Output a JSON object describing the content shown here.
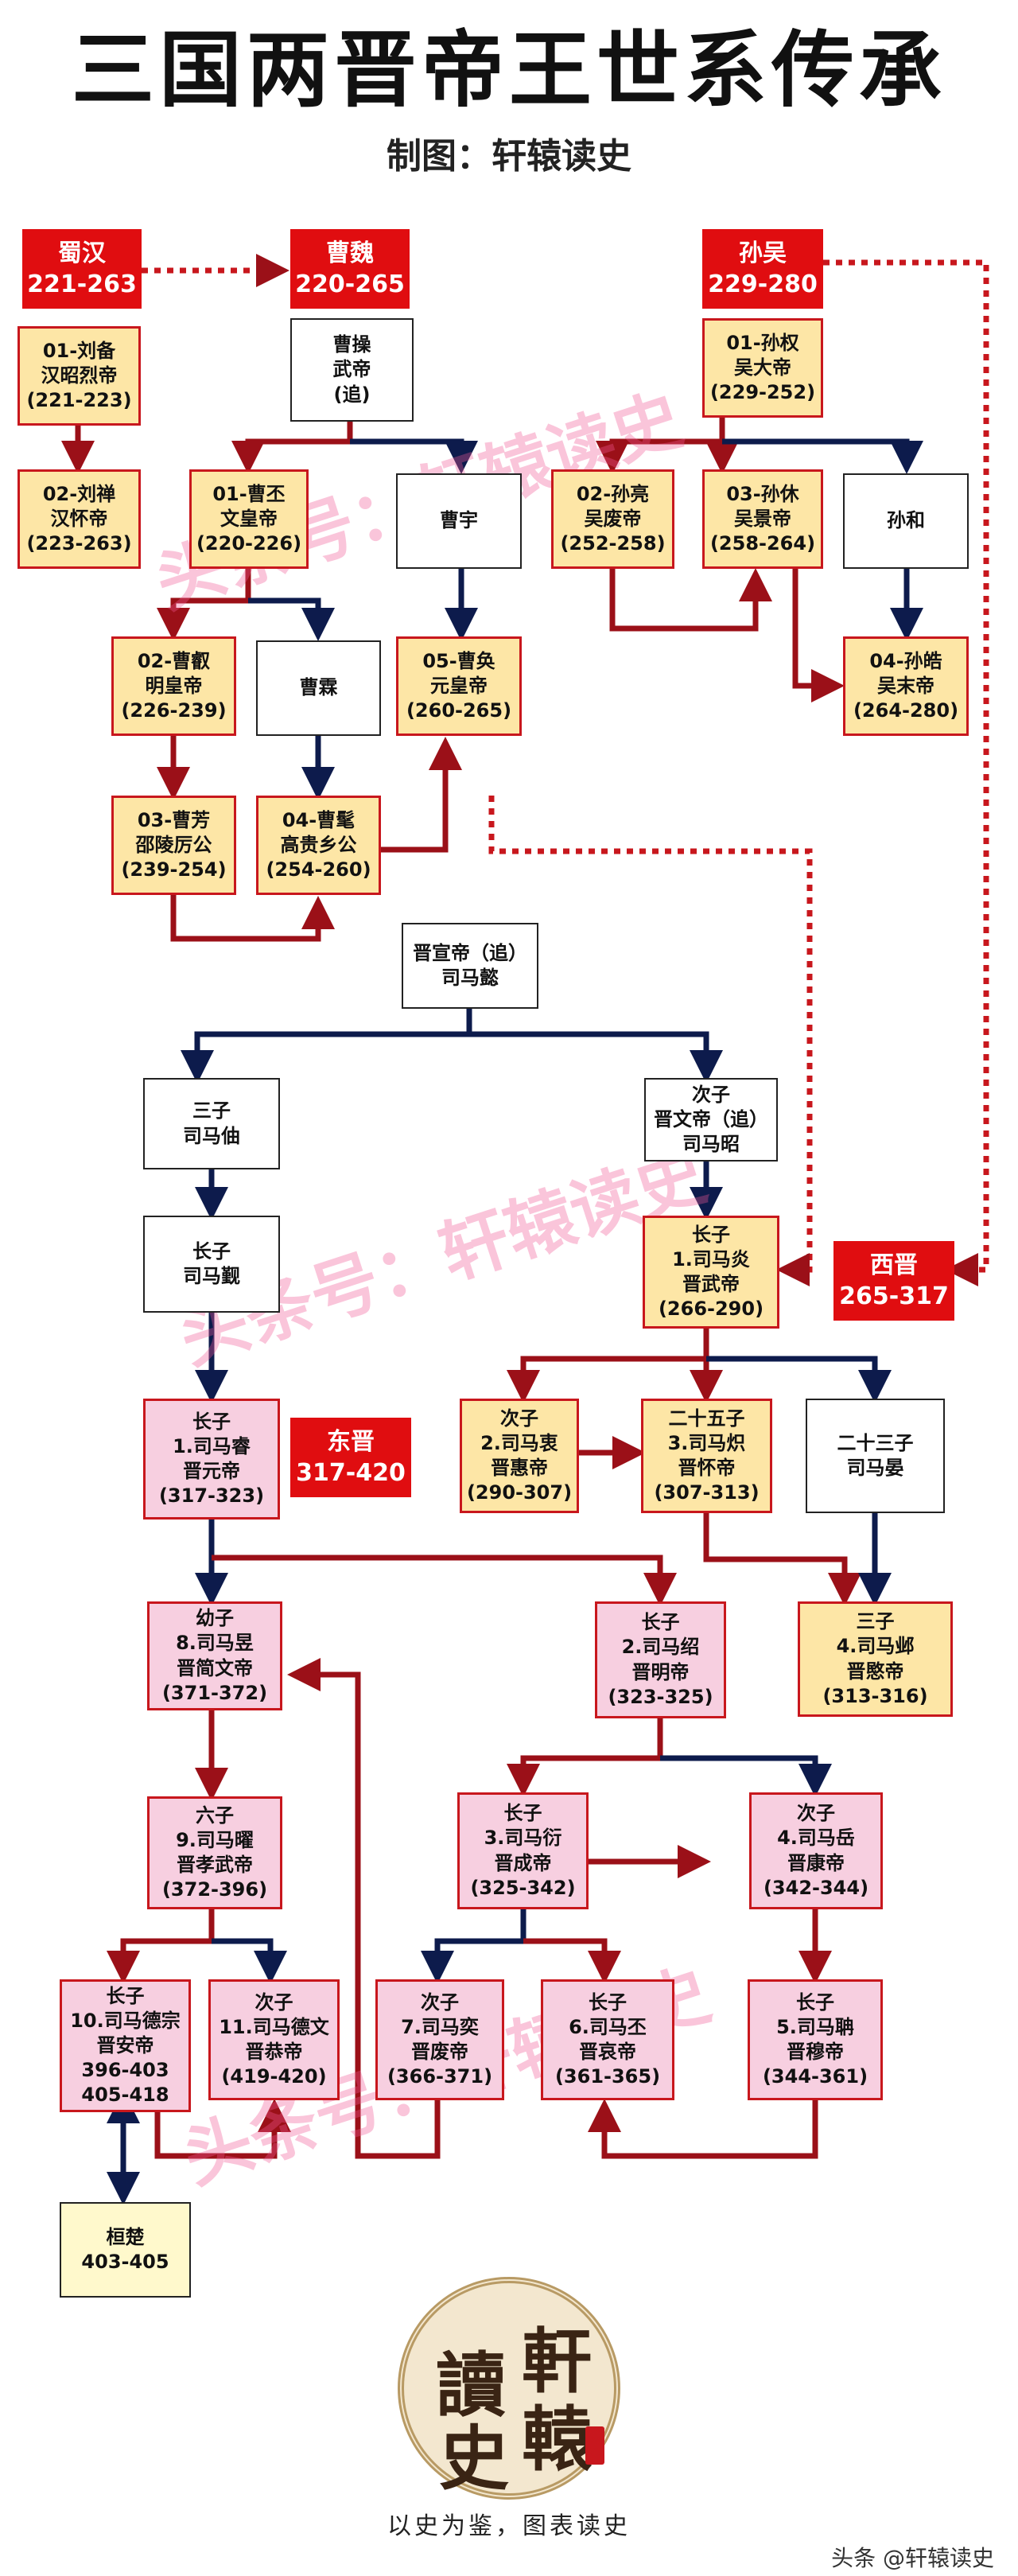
{
  "header": {
    "title": "三国两晋帝王世系传承",
    "subtitle": "制图：轩辕读史"
  },
  "dynasties": {
    "shuhan": {
      "name": "蜀汉",
      "years": "221-263"
    },
    "caowei": {
      "name": "曹魏",
      "years": "220-265"
    },
    "sunwu": {
      "name": "孙吴",
      "years": "229-280"
    },
    "xijin": {
      "name": "西晋",
      "years": "265-317"
    },
    "dongjin": {
      "name": "东晋",
      "years": "317-420"
    }
  },
  "persons": {
    "liubei": [
      "01-刘备",
      "汉昭烈帝",
      "(221-223)"
    ],
    "liushan": [
      "02-刘禅",
      "汉怀帝",
      "(223-263)"
    ],
    "caocao": [
      "曹操",
      "武帝",
      "(追)"
    ],
    "caopi": [
      "01-曹丕",
      "文皇帝",
      "(220-226)"
    ],
    "caoyu": [
      "曹宇"
    ],
    "caorui": [
      "02-曹叡",
      "明皇帝",
      "(226-239)"
    ],
    "caolin": [
      "曹霖"
    ],
    "caohuan": [
      "05-曹奂",
      "元皇帝",
      "(260-265)"
    ],
    "caofang": [
      "03-曹芳",
      "邵陵厉公",
      "(239-254)"
    ],
    "caomao": [
      "04-曹髦",
      "高贵乡公",
      "(254-260)"
    ],
    "sunquan": [
      "01-孙权",
      "吴大帝",
      "(229-252)"
    ],
    "sunliang": [
      "02-孙亮",
      "吴废帝",
      "(252-258)"
    ],
    "sunxiu": [
      "03-孙休",
      "吴景帝",
      "(258-264)"
    ],
    "sunhe": [
      "孙和"
    ],
    "sunhao": [
      "04-孙皓",
      "吴末帝",
      "(264-280)"
    ],
    "simayi": [
      "晋宣帝（追）",
      "司马懿"
    ],
    "simazhou": [
      "三子",
      "司马伷"
    ],
    "simazhao": [
      "次子",
      "晋文帝（追）",
      "司马昭"
    ],
    "simajin": [
      "长子",
      "司马觐"
    ],
    "simayan": [
      "长子",
      "1.司马炎",
      "晋武帝",
      "(266-290)"
    ],
    "simarui": [
      "长子",
      "1.司马睿",
      "晋元帝",
      "(317-323)"
    ],
    "simazhong": [
      "次子",
      "2.司马衷",
      "晋惠帝",
      "(290-307)"
    ],
    "simachi": [
      "二十五子",
      "3.司马炽",
      "晋怀帝",
      "(307-313)"
    ],
    "simayan2": [
      "二十三子",
      "司马晏"
    ],
    "simaye": [
      "三子",
      "4.司马邺",
      "晋愍帝",
      "(313-316)"
    ],
    "simayu": [
      "幼子",
      "8.司马昱",
      "晋简文帝",
      "(371-372)"
    ],
    "simashao": [
      "长子",
      "2.司马绍",
      "晋明帝",
      "(323-325)"
    ],
    "simayao": [
      "六子",
      "9.司马曜",
      "晋孝武帝",
      "(372-396)"
    ],
    "simayan3": [
      "长子",
      "3.司马衍",
      "晋成帝",
      "(325-342)"
    ],
    "simayue": [
      "次子",
      "4.司马岳",
      "晋康帝",
      "(342-344)"
    ],
    "simadezong": [
      "长子",
      "10.司马德宗",
      "晋安帝",
      "396-403",
      "405-418"
    ],
    "simadewen": [
      "次子",
      "11.司马德文",
      "晋恭帝",
      "(419-420)"
    ],
    "simayi2": [
      "次子",
      "7.司马奕",
      "晋废帝",
      "(366-371)"
    ],
    "simapi": [
      "长子",
      "6.司马丕",
      "晋哀帝",
      "(361-365)"
    ],
    "simadan": [
      "长子",
      "5.司马聃",
      "晋穆帝",
      "(344-361)"
    ],
    "huanxuan": [
      "桓楚",
      "403-405"
    ]
  },
  "watermark": "头条号：轩辕读史",
  "seal": {
    "chars": [
      "讀",
      "軒",
      "史",
      "轅"
    ]
  },
  "footer": {
    "motto": "以史为鉴，图表读史",
    "credit": "头条 @轩辕读史"
  },
  "colors": {
    "red": "#e00d10",
    "dark_red": "#9b1018",
    "navy": "#0d1b4c",
    "gold_fill": "#fde6a6",
    "pink_fill": "#f7cfe0"
  }
}
